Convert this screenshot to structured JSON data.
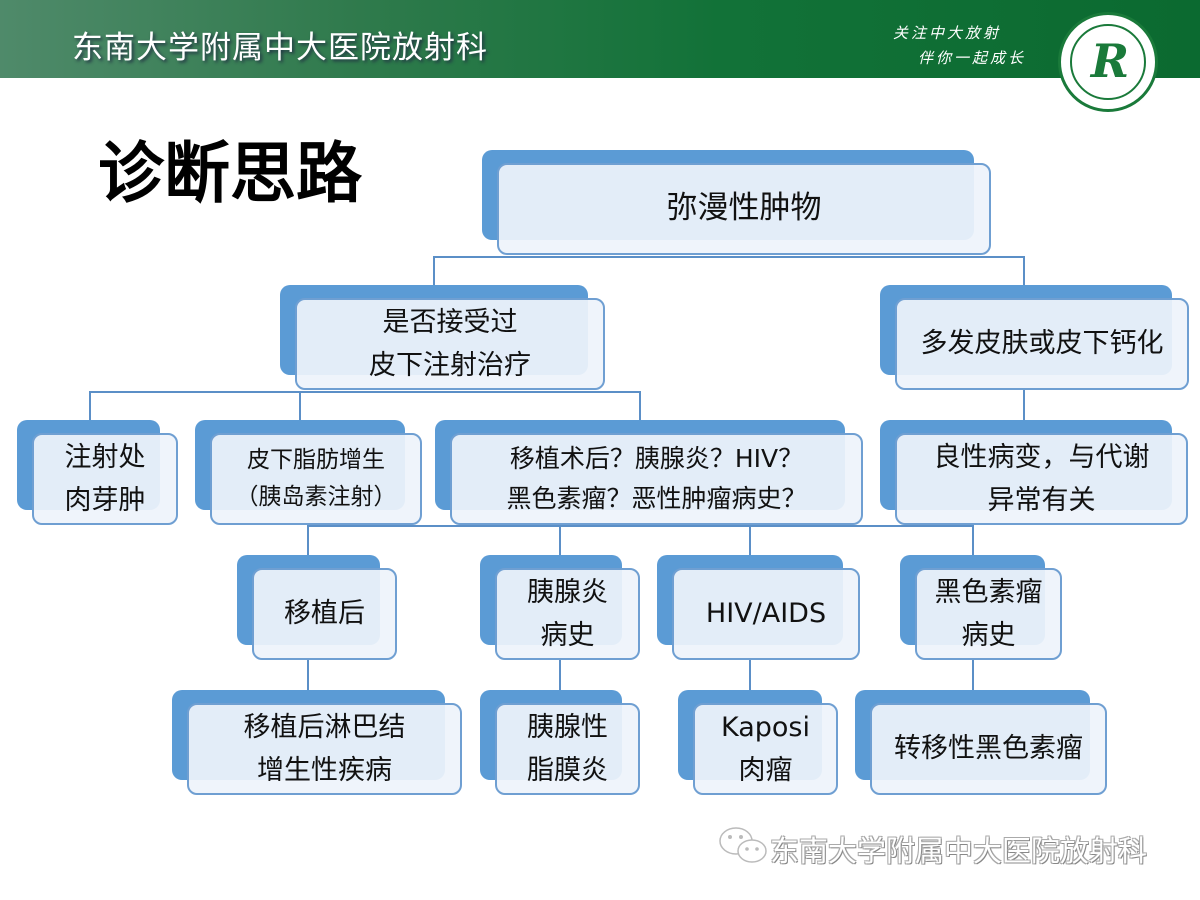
{
  "header": {
    "title": "东南大学附属中大医院放射科",
    "slogan_line1": "关注中大放射",
    "slogan_line2": "伴你一起成长",
    "logo_letter": "R"
  },
  "page_title": "诊断思路",
  "nodes": {
    "root": {
      "lines": [
        "弥漫性肿物"
      ]
    },
    "q1": {
      "lines": [
        "是否接受过",
        "皮下注射治疗"
      ]
    },
    "q2": {
      "lines": [
        "多发皮肤或皮下钙化"
      ]
    },
    "a": {
      "lines": [
        "注射处",
        "肉芽肿"
      ]
    },
    "b": {
      "lines": [
        "皮下脂肪增生",
        "（胰岛素注射）"
      ]
    },
    "c": {
      "lines": [
        "移植术后？胰腺炎？HIV？",
        "黑色素瘤？恶性肿瘤病史？"
      ]
    },
    "d": {
      "lines": [
        "良性病变，与代谢",
        "异常有关"
      ]
    },
    "e": {
      "lines": [
        "移植后"
      ]
    },
    "f": {
      "lines": [
        "胰腺炎",
        "病史"
      ]
    },
    "g": {
      "lines": [
        "HIV/AIDS"
      ]
    },
    "h": {
      "lines": [
        "黑色素瘤",
        "病史"
      ]
    },
    "i": {
      "lines": [
        "移植后淋巴结",
        "增生性疾病"
      ]
    },
    "j": {
      "lines": [
        "胰腺性",
        "脂膜炎"
      ]
    },
    "k": {
      "lines": [
        "Kaposi",
        "肉瘤"
      ]
    },
    "l": {
      "lines": [
        "转移性黑色素瘤"
      ]
    }
  },
  "footer": {
    "text": "东南大学附属中大医院放射科",
    "icon": "wechat-icon"
  },
  "colors": {
    "header_green": "#127238",
    "box_blue": "#5b9bd5",
    "box_fill": "#eef3fb"
  }
}
